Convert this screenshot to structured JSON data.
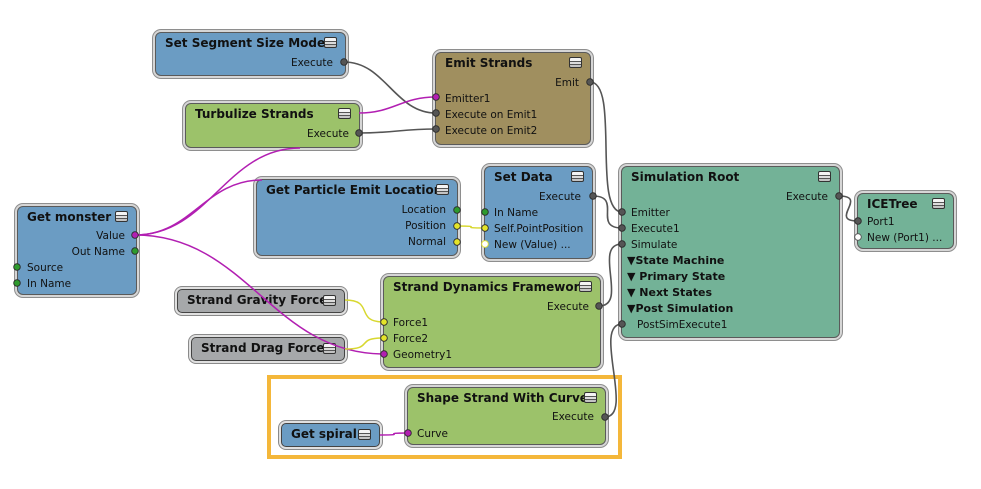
{
  "nodes": {
    "set_segment_size_mode": {
      "title": "Set Segment Size Mode",
      "execute": "Execute"
    },
    "turbulize_strands": {
      "title": "Turbulize Strands",
      "execute": "Execute"
    },
    "emit_strands": {
      "title": "Emit Strands",
      "emit": "Emit",
      "emitter1": "Emitter1",
      "exec_emit1": "Execute on Emit1",
      "exec_emit2": "Execute on Emit2"
    },
    "get_monster": {
      "title": "Get monster",
      "value": "Value",
      "out_name": "Out Name",
      "source": "Source",
      "in_name": "In Name"
    },
    "get_particle_emit_location": {
      "title": "Get Particle Emit Location",
      "location": "Location",
      "position": "Position",
      "normal": "Normal"
    },
    "set_data": {
      "title": "Set Data",
      "execute": "Execute",
      "in_name": "In Name",
      "self_point_position": "Self.PointPosition",
      "new_value": "New (Value) ..."
    },
    "simulation_root": {
      "title": "Simulation Root",
      "execute": "Execute",
      "emitter": "Emitter",
      "execute1": "Execute1",
      "simulate": "Simulate",
      "state_machine": "▼State Machine",
      "primary_state": "▼  Primary State",
      "next_states": "▼  Next States",
      "post_simulation": "▼Post Simulation",
      "post_sim_execute1": "PostSimExecute1"
    },
    "icetree": {
      "title": "ICETree",
      "port1": "Port1",
      "new_port1": "New (Port1) ..."
    },
    "strand_gravity_force": {
      "title": "Strand Gravity Force"
    },
    "strand_drag_force": {
      "title": "Strand Drag Force"
    },
    "strand_dynamics_framework": {
      "title": "Strand Dynamics Framework",
      "execute": "Execute",
      "force1": "Force1",
      "force2": "Force2",
      "geometry1": "Geometry1"
    },
    "shape_strand_with_curve": {
      "title": "Shape Strand With Curve",
      "execute": "Execute",
      "curve": "Curve"
    },
    "get_spiral": {
      "title": "Get spiral"
    }
  },
  "colors": {
    "wire_execute": "#555555",
    "wire_geometry": "#b21fb2",
    "wire_vector": "#d8d830",
    "port_execute": "#555555",
    "port_geometry": "#b21fb2",
    "port_vector": "#e4e42a",
    "port_string": "#2e9a2e",
    "highlight": "#f4b73a"
  }
}
